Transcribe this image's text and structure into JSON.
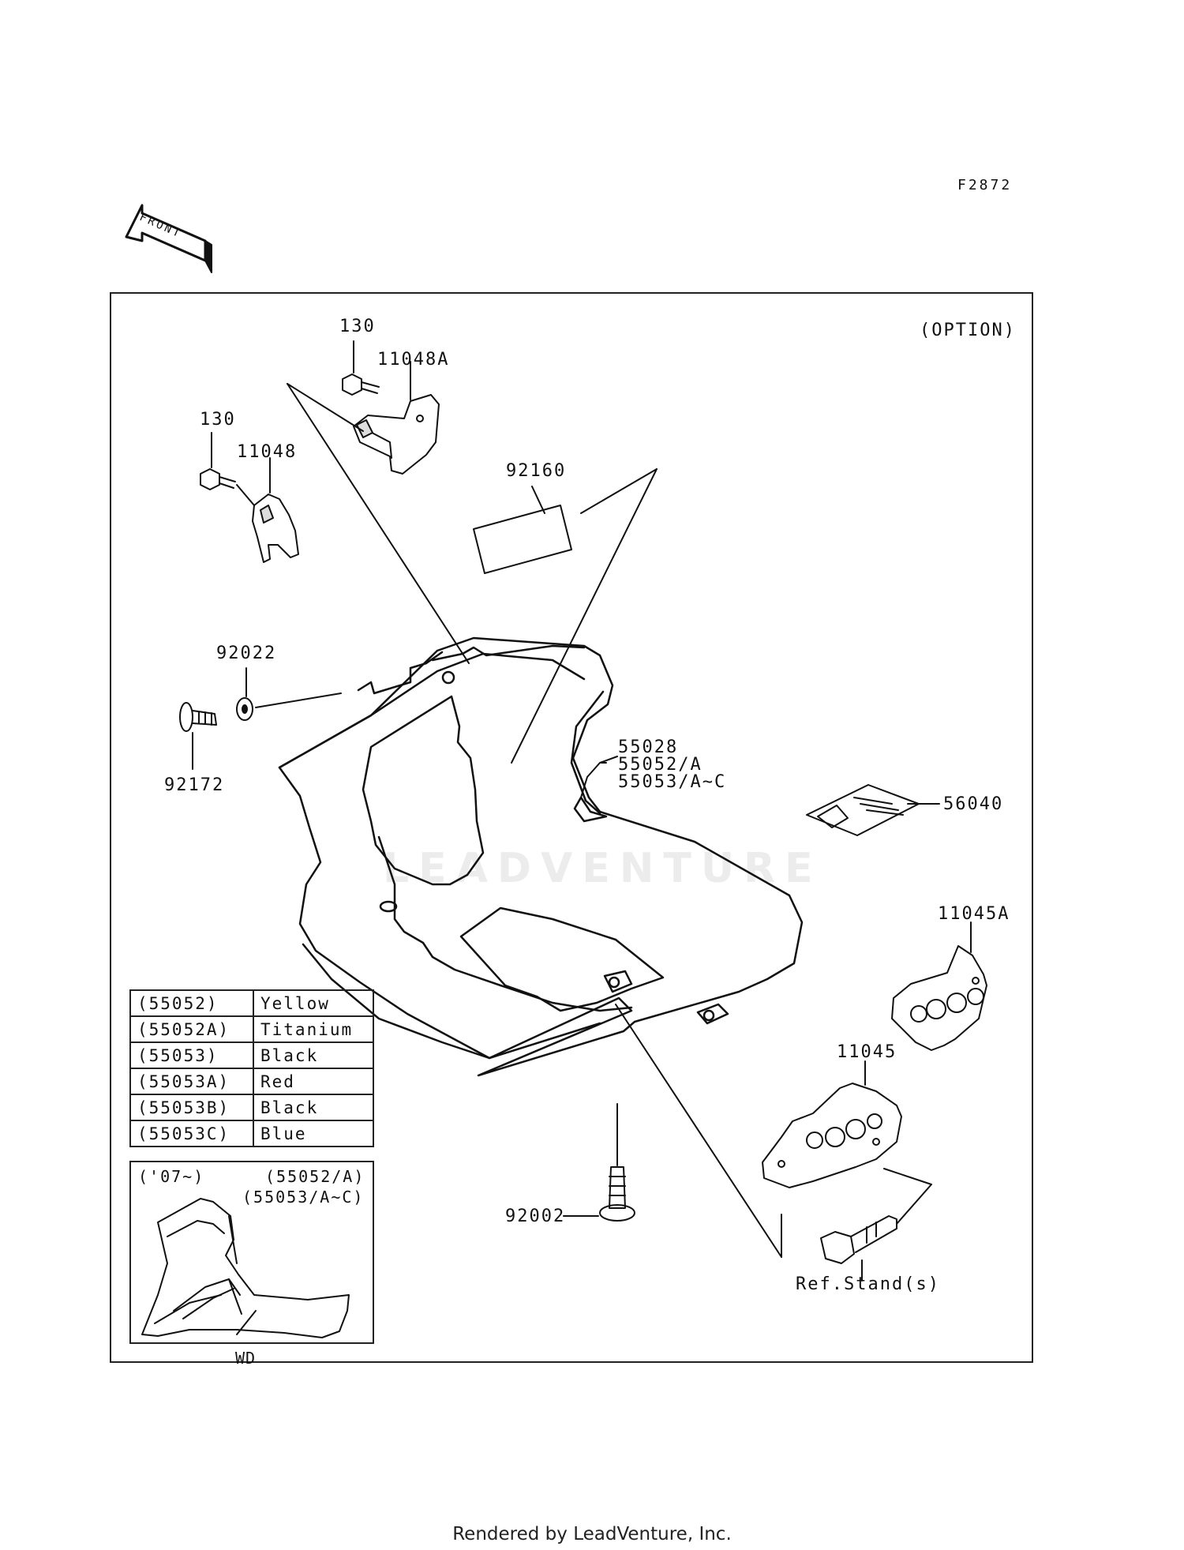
{
  "figure_code": "F2872",
  "front_arrow_label": "FRONT",
  "option_label": "(OPTION)",
  "watermark": "LEADVENTURE",
  "callouts": {
    "p130_top": "130",
    "p11048A": "11048A",
    "p130_left": "130",
    "p11048": "11048",
    "p92160": "92160",
    "p92022": "92022",
    "p92172": "92172",
    "p55028": "55028",
    "p55052A": "55052/A",
    "p55053AC": "55053/A~C",
    "p56040": "56040",
    "p11045A": "11045A",
    "p11045": "11045",
    "p92002": "92002",
    "ref_stand": "Ref.Stand(s)"
  },
  "color_table": [
    {
      "code": "(55052)",
      "color": "Yellow"
    },
    {
      "code": "(55052A)",
      "color": "Titanium"
    },
    {
      "code": "(55053)",
      "color": "Black"
    },
    {
      "code": "(55053A)",
      "color": "Red"
    },
    {
      "code": "(55053B)",
      "color": "Black"
    },
    {
      "code": "(55053C)",
      "color": "Blue"
    }
  ],
  "inset": {
    "year": "('07~)",
    "line1": "(55052/A)",
    "line2": "(55053/A~C)",
    "model": "WD"
  },
  "footer": "Rendered by LeadVenture, Inc."
}
